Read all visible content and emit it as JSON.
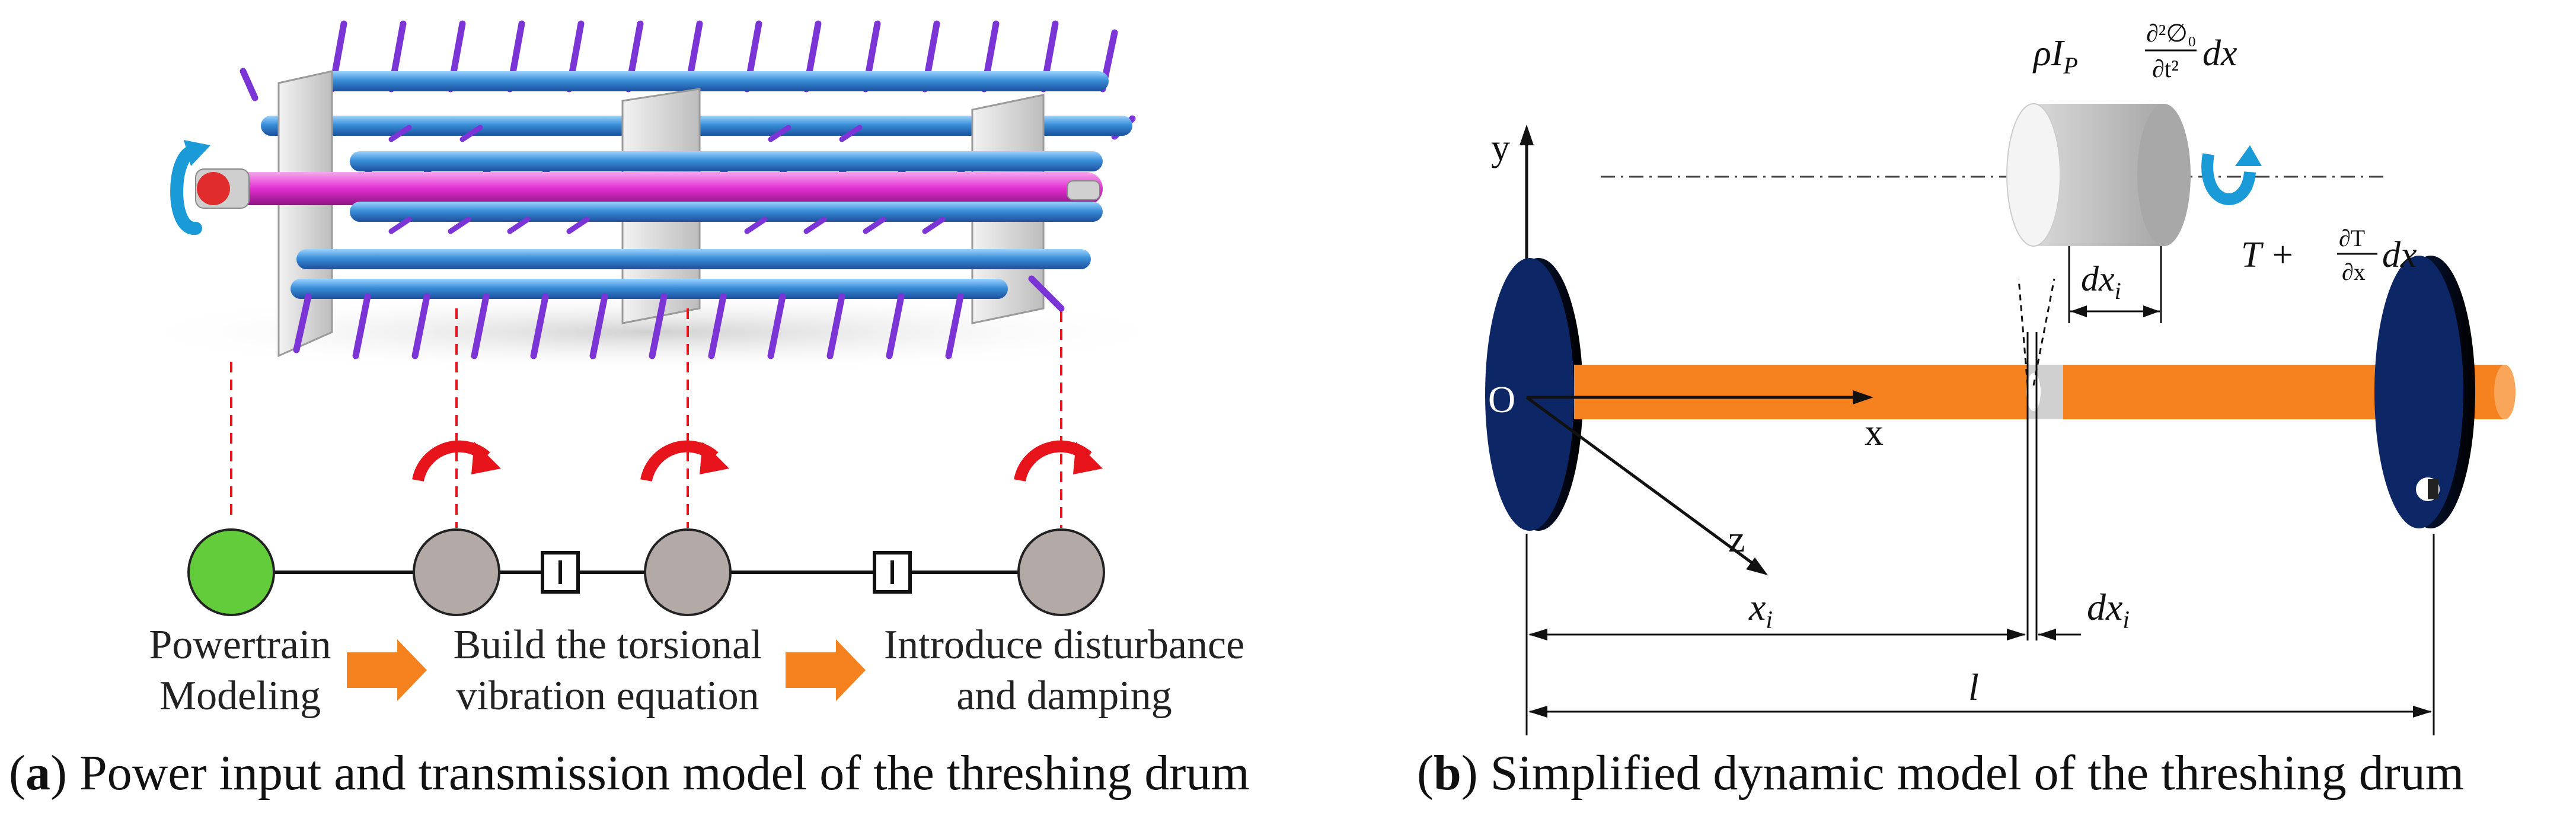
{
  "panel_a": {
    "caption_letter": "a",
    "caption_text": " Power input and transmission model of the threshing drum",
    "steps": [
      {
        "line1": "Powertrain",
        "line2": "Modeling"
      },
      {
        "line1": "Build the torsional",
        "line2": "vibration equation"
      },
      {
        "line1": "Introduce disturbance",
        "line2": "and damping"
      }
    ]
  },
  "panel_b": {
    "caption_letter": "b",
    "caption_text": " Simplified dynamic model of the threshing drum",
    "axes": {
      "y": "y",
      "x": "x",
      "z": "z",
      "origin": "O"
    },
    "dims": {
      "xi": "x",
      "xi_sub": "i",
      "dxi": "dx",
      "dxi_sub": "i",
      "length": "l"
    },
    "element": {
      "width_label": "dx",
      "width_sub": "i"
    },
    "inertia_term": {
      "rho": "ρI",
      "sub_p": "P",
      "num": "∂²∅₀",
      "den": "∂t²",
      "tail": "dx"
    },
    "torque_term": {
      "T": "T + ",
      "num": "∂T",
      "den": "∂x",
      "tail": "dx"
    }
  },
  "colors": {
    "shaft": "#f5821f",
    "disk": "#0d2766",
    "node_green": "#63cc3a",
    "node_grey": "#b3aaa7",
    "arrow_red": "#e8141b",
    "dash_red": "#e8141b",
    "flow_arrow": "#f5821f",
    "tube_blue": "#3a8fd8",
    "tooth_purple": "#7b35d6",
    "shaft_pink": "#e02fd1",
    "rotation_blue": "#1a9ad6"
  }
}
